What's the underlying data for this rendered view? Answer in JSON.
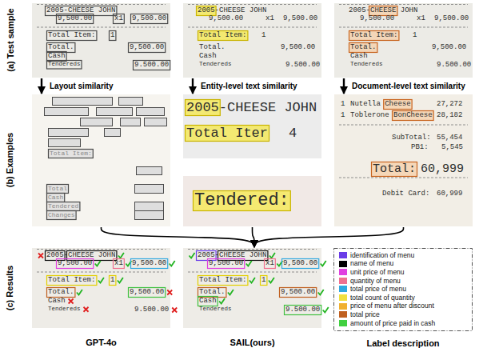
{
  "diagram": {
    "nodes": [
      {
        "text": [
          "2005-CHEESE JOHN",
          "9,500.00",
          "x1",
          "9,500.00",
          "Total Item:",
          "1",
          "9,500.00",
          "Total.",
          "Cash",
          "Tendereds",
          "9.500.00"
        ]
      },
      {
        "text": [
          "2005-CHEESE JOHN",
          "9,500.00",
          "x1",
          "9,500.00",
          "Total Item:",
          "1",
          "9,500.00",
          "Total.",
          "Cash",
          "Tendereds",
          "9.500.00"
        ]
      },
      {
        "text": [
          "2005-CHEESE JOHN",
          "9,500.00",
          "x1",
          "9,500.00",
          "Total Item:",
          "1",
          "9,500.00",
          "Total.",
          "Cash",
          "Tendereds",
          "9.500.00"
        ]
      },
      {
        "text": [
          "Total Item:",
          "Total",
          "Cash",
          "Tendered",
          "Changes"
        ]
      },
      {
        "text": [
          "2005-CHEESE JOHN",
          "Total Iter",
          "4",
          "Tendered:"
        ]
      },
      {
        "text": [
          "1",
          "Nutella Cheese",
          "27,272",
          "1",
          "Toblerone BonCheese",
          "28,182",
          "SubTotal:",
          "55,454",
          "PB1:",
          "5,545",
          "Total:",
          "60,999",
          "Debit Card:",
          "60,999"
        ]
      },
      {
        "text": [
          "2005-CHEESE JOHN",
          "9,500.00",
          "x1",
          "9,500.00",
          "Total Item:",
          "1",
          "9,500.00",
          "Total.",
          "Cash",
          "Tendereds",
          "9.500.00",
          "GPT-4o"
        ]
      },
      {
        "text": [
          "2005-CHEESE JOHN",
          "9,500.00",
          "x1",
          "9,500.00",
          "Total Item:",
          "1",
          "9,500.00",
          "Total.",
          "Cash",
          "Tendereds",
          "9.500.00",
          "SAIL(ours)"
        ]
      }
    ],
    "edges": [
      {
        "from": 0,
        "to": 3,
        "label": "Layout similarity",
        "arrow": "to"
      },
      {
        "from": 1,
        "to": 4,
        "label": "Entity-level text similarity",
        "arrow": "to"
      },
      {
        "from": 2,
        "to": 5,
        "label": "Document-level text similarity",
        "arrow": "to"
      },
      {
        "from": 3,
        "to": 7,
        "arrow": "to"
      },
      {
        "from": 4,
        "to": 7,
        "arrow": "to"
      },
      {
        "from": 5,
        "to": 7,
        "arrow": "to"
      }
    ],
    "labels": [
      "(a) Test sample",
      "(b) Examples",
      "(c) Results",
      "Label description"
    ],
    "legend": [
      {
        "text": "identification of menu",
        "color": "#6a3de8"
      },
      {
        "text": "name of menu",
        "color": "#000000"
      },
      {
        "text": "unit price of menu",
        "color": "#e040e0"
      },
      {
        "text": "quantity of menu",
        "color": "#f07090"
      },
      {
        "text": "total price of menu",
        "color": "#30a8e0"
      },
      {
        "text": "total count of quantity",
        "color": "#f0e040"
      },
      {
        "text": "price of menu after discount",
        "color": "#f0b030"
      },
      {
        "text": "total price",
        "color": "#c06020"
      },
      {
        "text": "amount of price paid in cash",
        "color": "#40d040"
      }
    ]
  }
}
